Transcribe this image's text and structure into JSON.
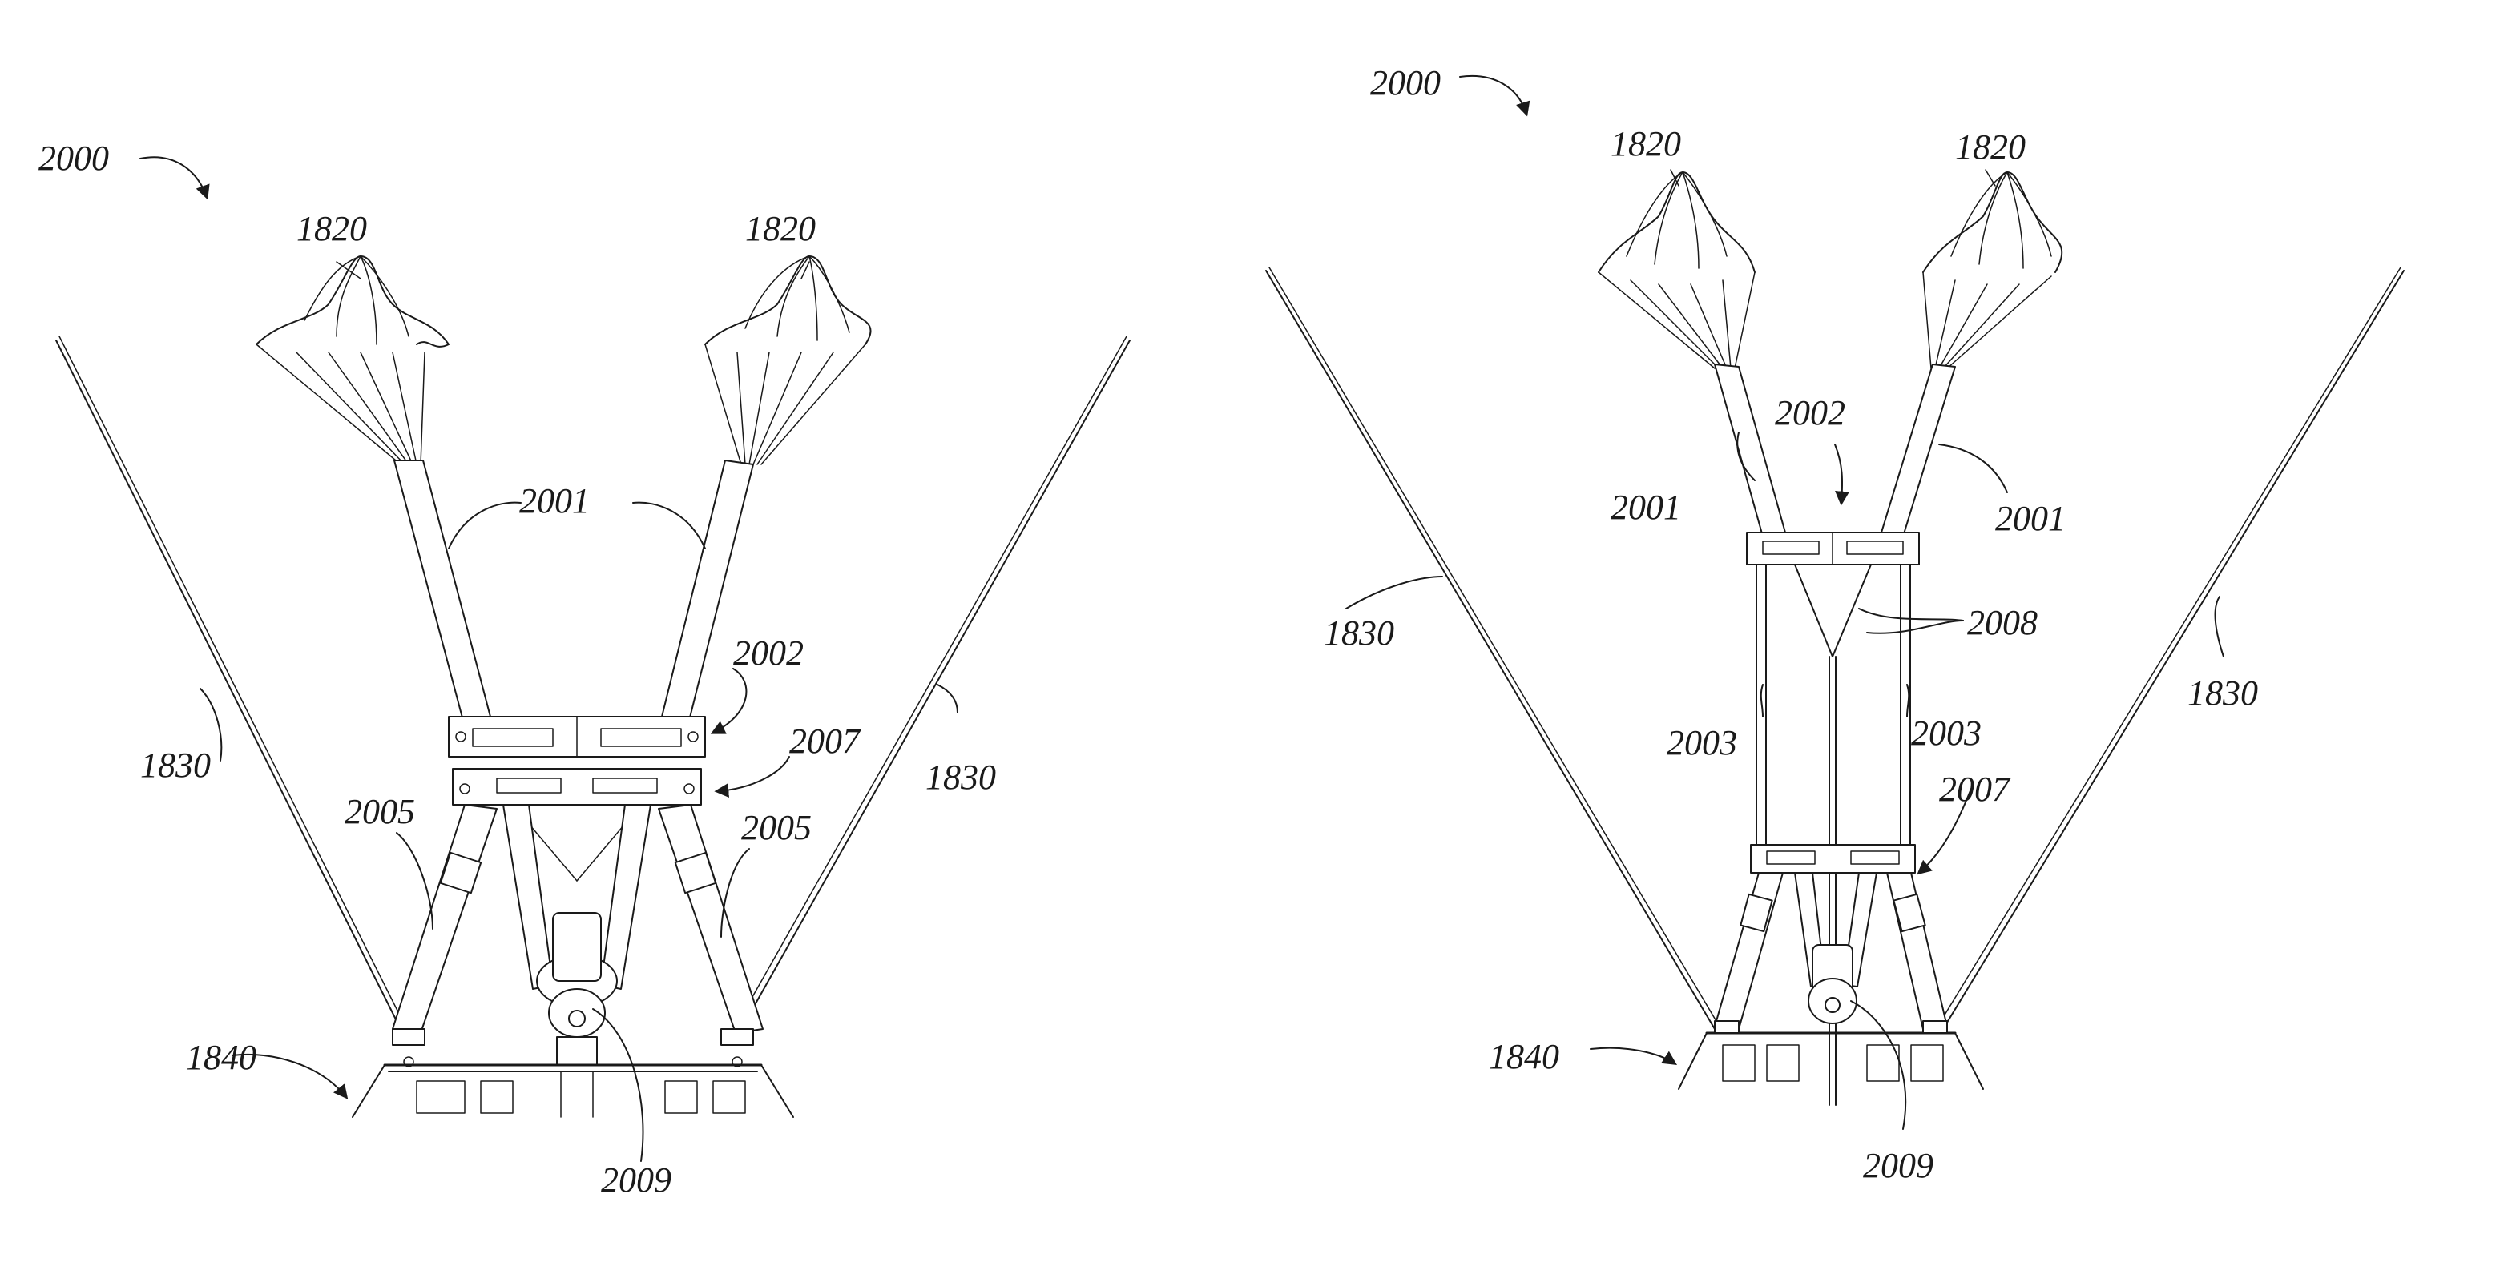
{
  "left_view": {
    "labels": {
      "assembly": "2000",
      "parachute_left": "1820",
      "parachute_right": "1820",
      "risers": "2001",
      "upper_frame": "2002",
      "lower_frame": "2007",
      "strut_left": "2005",
      "strut_right": "2005",
      "tether_left": "1830",
      "tether_right": "1830",
      "base": "1840",
      "hub": "2009"
    }
  },
  "right_view": {
    "labels": {
      "assembly": "2000",
      "parachute_left": "1820",
      "parachute_right": "1820",
      "riser_left": "2001",
      "riser_right": "2001",
      "upper_frame": "2002",
      "cables": "2008",
      "rail_left": "2003",
      "rail_right": "2003",
      "lower_frame": "2007",
      "tether_left": "1830",
      "tether_right": "1830",
      "base": "1840",
      "hub": "2009"
    }
  }
}
